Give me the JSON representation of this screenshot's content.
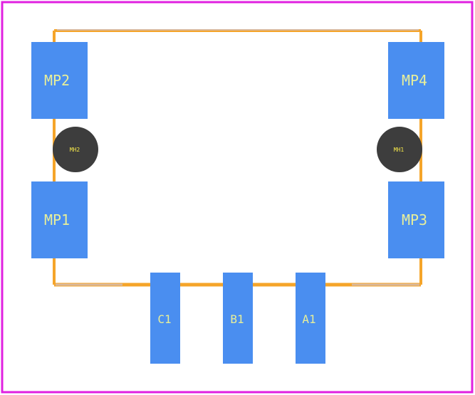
{
  "colors": {
    "board_outline": "#e020e0",
    "silkscreen": "#f5a52a",
    "silkscreen_faint": "#d9b89a",
    "pad": "#4a8ef0",
    "pad_label": "#e8ef9a",
    "hole": "#3d3d3d",
    "hole_label": "#f5e84a",
    "background": "#ffffff"
  },
  "pads": [
    {
      "id": "MP2",
      "label": "MP2",
      "kind": "mounting"
    },
    {
      "id": "MP1",
      "label": "MP1",
      "kind": "mounting"
    },
    {
      "id": "MP4",
      "label": "MP4",
      "kind": "mounting"
    },
    {
      "id": "MP3",
      "label": "MP3",
      "kind": "mounting"
    },
    {
      "id": "C1",
      "label": "C1",
      "kind": "signal"
    },
    {
      "id": "B1",
      "label": "B1",
      "kind": "signal"
    },
    {
      "id": "A1",
      "label": "A1",
      "kind": "signal"
    }
  ],
  "holes": [
    {
      "id": "MH2",
      "label": "MH2"
    },
    {
      "id": "MH1",
      "label": "MH1"
    }
  ]
}
